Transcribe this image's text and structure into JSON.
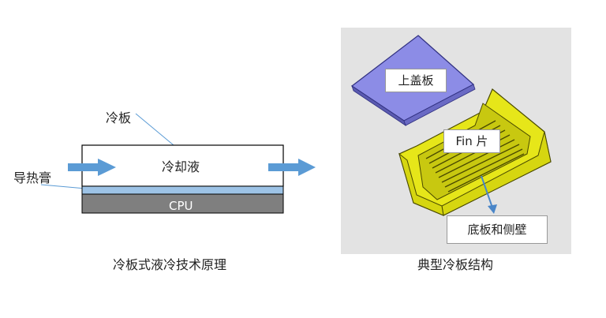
{
  "left": {
    "cold_plate_label": "冷板",
    "coolant_label": "冷却液",
    "thermal_paste_label": "导热膏",
    "cpu_label": "CPU",
    "caption": "冷板式液冷技术原理"
  },
  "right": {
    "top_cover_label": "上盖板",
    "fin_label": "Fin 片",
    "base_label": "底板和侧壁",
    "caption": "典型冷板结构"
  },
  "colors": {
    "arrow": "#5b9bd5",
    "paste": "#9dc3e6",
    "cpu": "#7f7f7f",
    "cover": "#8c8ce6",
    "frame": "#e6e619",
    "panel_bg": "#e3e3e3"
  }
}
